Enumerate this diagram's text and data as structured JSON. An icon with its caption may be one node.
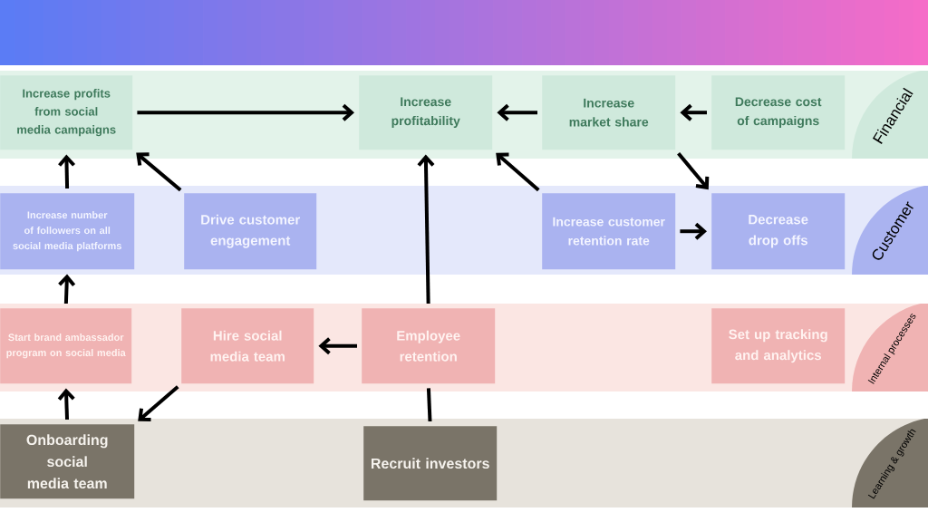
{
  "diagram": {
    "nodes": [
      {
        "text": [
          "Financial"
        ]
      },
      {
        "text": [
          "Customer"
        ]
      },
      {
        "text": [
          "Internal processes"
        ]
      },
      {
        "text": [
          "Learning & growth"
        ]
      },
      {
        "text": [
          "Increase profits from social media campaigns"
        ],
        "in": 0
      },
      {
        "text": [
          "Increase profitability"
        ],
        "in": 0
      },
      {
        "text": [
          "Increase market share"
        ],
        "in": 0
      },
      {
        "text": [
          "Decrease cost of campaigns"
        ],
        "in": 0
      },
      {
        "text": [
          "Increase number of followers on all social media platforms"
        ],
        "in": 1
      },
      {
        "text": [
          "Drive customer engagement"
        ],
        "in": 1
      },
      {
        "text": [
          "Increase customer retention rate"
        ],
        "in": 1
      },
      {
        "text": [
          "Decrease drop offs"
        ],
        "in": 1
      },
      {
        "text": [
          "Start brand ambassador program on social media"
        ],
        "in": 2
      },
      {
        "text": [
          "Hire social media team"
        ],
        "in": 2
      },
      {
        "text": [
          "Employee retention"
        ],
        "in": 2
      },
      {
        "text": [
          "Set up tracking and analytics"
        ],
        "in": 2
      },
      {
        "text": [
          "Onboarding social media team"
        ],
        "in": 3
      },
      {
        "text": [
          "Recruit investors"
        ],
        "in": 3
      }
    ],
    "edges": [
      {
        "from": 4,
        "to": 5,
        "arrow": "to"
      },
      {
        "from": 6,
        "to": 5,
        "arrow": "to"
      },
      {
        "from": 7,
        "to": 6,
        "arrow": "to"
      },
      {
        "from": 6,
        "to": 11,
        "arrow": "to"
      },
      {
        "from": 10,
        "to": 5,
        "arrow": "to"
      },
      {
        "from": 10,
        "to": 11,
        "arrow": "to"
      },
      {
        "from": 8,
        "to": 4,
        "arrow": "to"
      },
      {
        "from": 9,
        "to": 4,
        "arrow": "to"
      },
      {
        "from": 12,
        "to": 8,
        "arrow": "to"
      },
      {
        "from": 16,
        "to": 12,
        "arrow": "to"
      },
      {
        "from": 13,
        "to": 16,
        "arrow": "to"
      },
      {
        "from": 14,
        "to": 13,
        "arrow": "to"
      },
      {
        "from": 14,
        "to": 5,
        "arrow": "to"
      },
      {
        "from": 17,
        "to": 14,
        "arrow": "none"
      }
    ]
  }
}
